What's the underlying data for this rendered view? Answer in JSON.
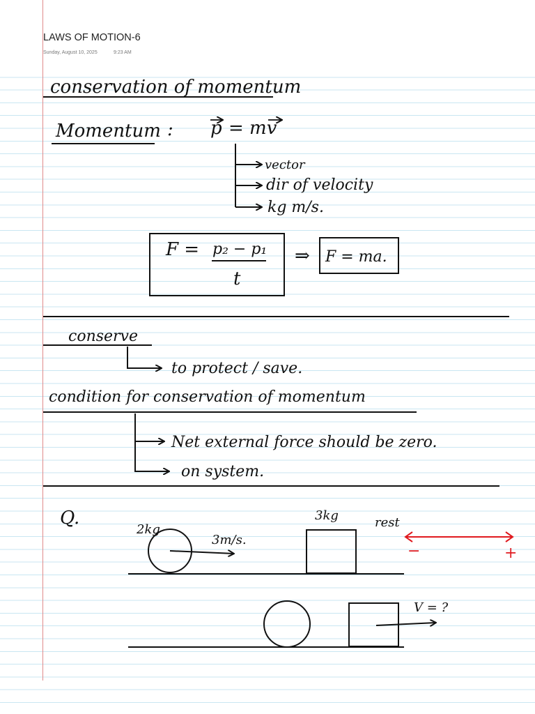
{
  "header": {
    "title": "LAWS OF MOTION-6",
    "date": "Sunday, August 10, 2025",
    "time": "9:23 AM"
  },
  "notes": {
    "heading": "conservation of momentum",
    "momentum_label": "Momentum",
    "momentum_colon": ":",
    "p_symbol": "p",
    "momentum_rhs": "= mv",
    "props": [
      "vector",
      "dir of velocity",
      "kg m/s."
    ],
    "force_lhs": "F =",
    "force_numerator": "p₂ − p₁",
    "force_denominator": "t",
    "implies": "⇒",
    "force_ma": "F = ma.",
    "conserve_word": "conserve",
    "conserve_meaning": "to protect / save.",
    "condition_heading": "condition for conservation of momentum",
    "conditions": [
      "Net external force should be zero.",
      "on system."
    ]
  },
  "question": {
    "label": "Q.",
    "ball_mass": "2kg",
    "ball_speed": "3m/s.",
    "block_mass": "3kg",
    "block_state": "rest",
    "sign_minus": "−",
    "sign_plus": "+",
    "unknown": "V = ?"
  },
  "colors": {
    "ink": "#111111",
    "red_ink": "#e0191e",
    "rule": "#c9e6f2",
    "margin": "#e08a8a"
  }
}
